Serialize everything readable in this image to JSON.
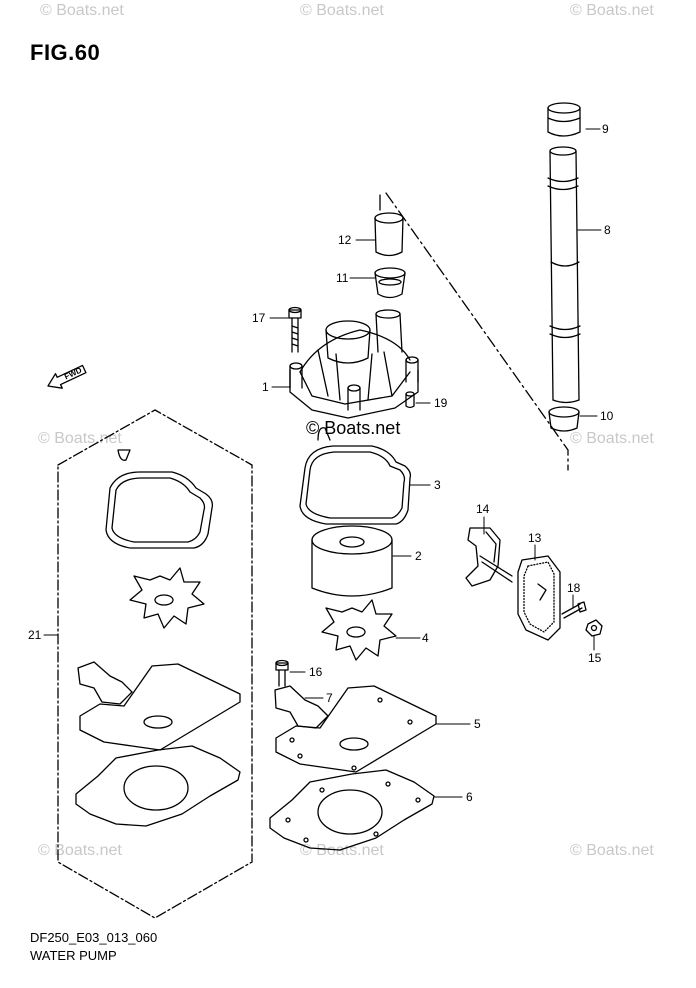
{
  "figure": {
    "title": "FIG.60",
    "code": "DF250_E03_013_060",
    "name": "WATER PUMP"
  },
  "watermarks": [
    "© Boats.net",
    "© Boats.net",
    "© Boats.net",
    "© Boats.net",
    "© Boats.net",
    "© Boats.net",
    "© Boats.net",
    "© Boats.net"
  ],
  "center_watermark": "© Boats.net",
  "direction_marker": "FWD",
  "callouts": [
    "1",
    "2",
    "3",
    "4",
    "5",
    "6",
    "7",
    "8",
    "9",
    "10",
    "11",
    "12",
    "13",
    "14",
    "15",
    "16",
    "17",
    "18",
    "19",
    "21"
  ]
}
